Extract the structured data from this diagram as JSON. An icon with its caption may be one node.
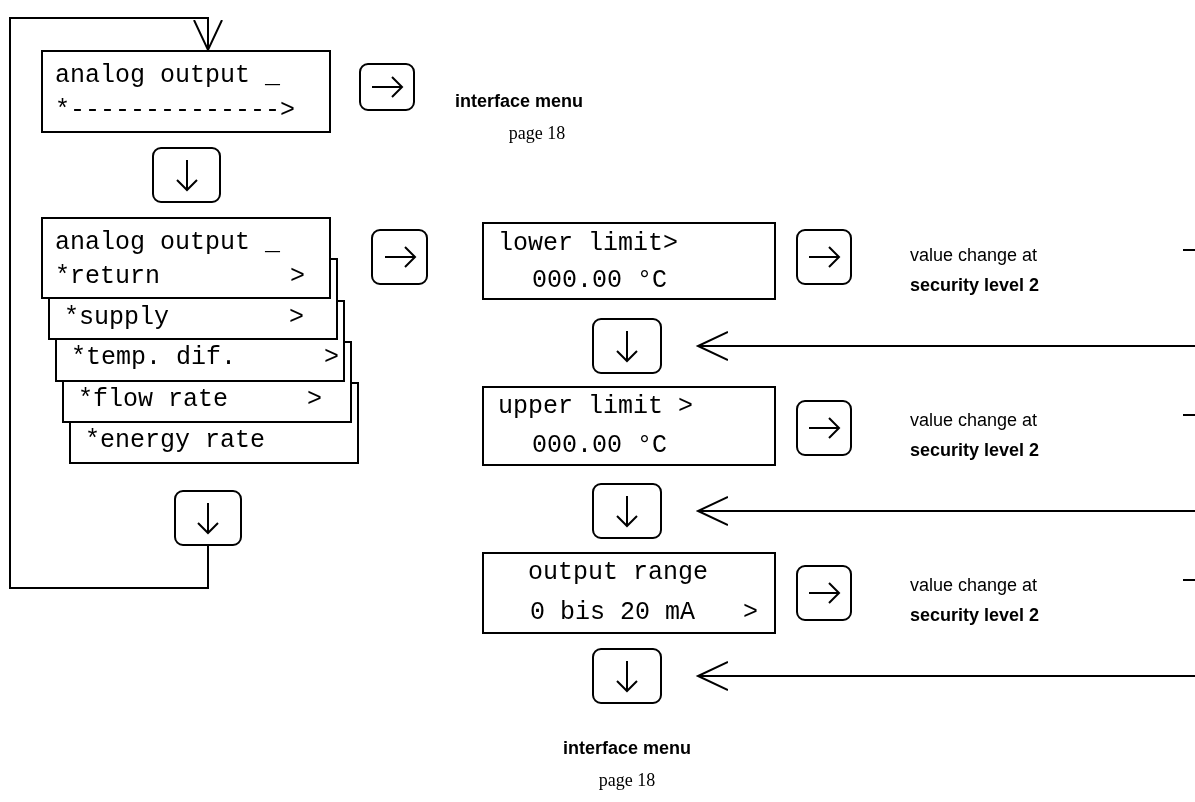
{
  "diagram": {
    "nodes": [
      {
        "text": [
          "analog output _",
          "*-------------->"
        ]
      },
      {
        "text": [],
        "shape": "box",
        "beside": [
          "interface menu",
          "page 18"
        ]
      },
      {
        "text": [],
        "shape": "box"
      },
      {
        "text": [
          "analog output _",
          "*return",
          ">"
        ]
      },
      {
        "text": [
          "*supply",
          ">"
        ]
      },
      {
        "text": [
          "*temp. dif.",
          ">"
        ]
      },
      {
        "text": [
          "*flow rate",
          ">"
        ]
      },
      {
        "text": [
          "*energy rate"
        ]
      },
      {
        "text": [],
        "shape": "box"
      },
      {
        "text": [],
        "shape": "box"
      },
      {
        "text": [
          "lower limit>",
          "000.00 °C"
        ]
      },
      {
        "text": [],
        "shape": "box",
        "beside": [
          "value change at **security level 2**"
        ]
      },
      {
        "text": [],
        "shape": "box"
      },
      {
        "text": [
          "upper limit >",
          "000.00 °C"
        ]
      },
      {
        "text": [],
        "shape": "box",
        "beside": [
          "value change at **security level 2**"
        ]
      },
      {
        "text": [],
        "shape": "box"
      },
      {
        "text": [
          "output range",
          "0 bis 20 mA",
          ">"
        ]
      },
      {
        "text": [],
        "shape": "box",
        "beside": [
          "value change at **security level 2**"
        ]
      },
      {
        "text": [],
        "shape": "box",
        "beside": [
          "interface menu",
          "page 18"
        ]
      }
    ],
    "edges": [
      {
        "from": 8,
        "to": 0,
        "arrow": "to"
      },
      {
        "from": null,
        "to": 12,
        "arrow": "to"
      },
      {
        "from": null,
        "to": 15,
        "arrow": "to"
      },
      {
        "from": null,
        "to": 18,
        "arrow": "to"
      }
    ]
  }
}
